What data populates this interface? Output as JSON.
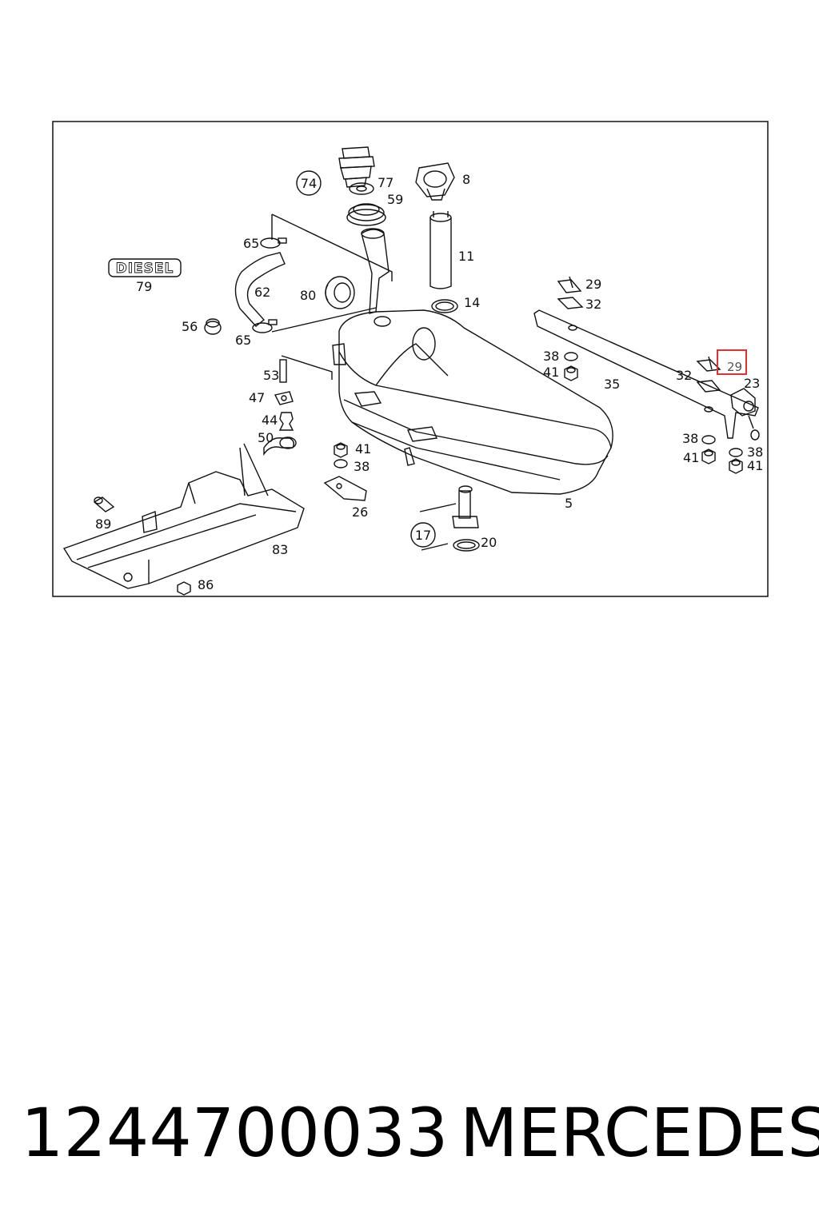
{
  "diagram": {
    "badge_text": "DIESEL",
    "callouts": {
      "c74": "74",
      "c77": "77",
      "c59": "59",
      "c8": "8",
      "c11": "11",
      "c14": "14",
      "c65a": "65",
      "c62": "62",
      "c80": "80",
      "c56": "56",
      "c65b": "65",
      "c79": "79",
      "c53": "53",
      "c47": "47",
      "c44": "44",
      "c50": "50",
      "c89": "89",
      "c83": "83",
      "c86": "86",
      "c41a": "41",
      "c38a": "38",
      "c26": "26",
      "c17": "17",
      "c20": "20",
      "c5": "5",
      "c29a": "29",
      "c32a": "32",
      "c38b": "38",
      "c41b": "41",
      "c35": "35",
      "c32b": "32",
      "c29b": "29",
      "c23": "23",
      "c38c": "38",
      "c41c": "41",
      "c38d": "38",
      "c41d": "41"
    },
    "highlight": {
      "label": "29",
      "color": "#e03030"
    }
  },
  "caption": {
    "part_number": "1244700033",
    "brand": "MERCEDES"
  }
}
